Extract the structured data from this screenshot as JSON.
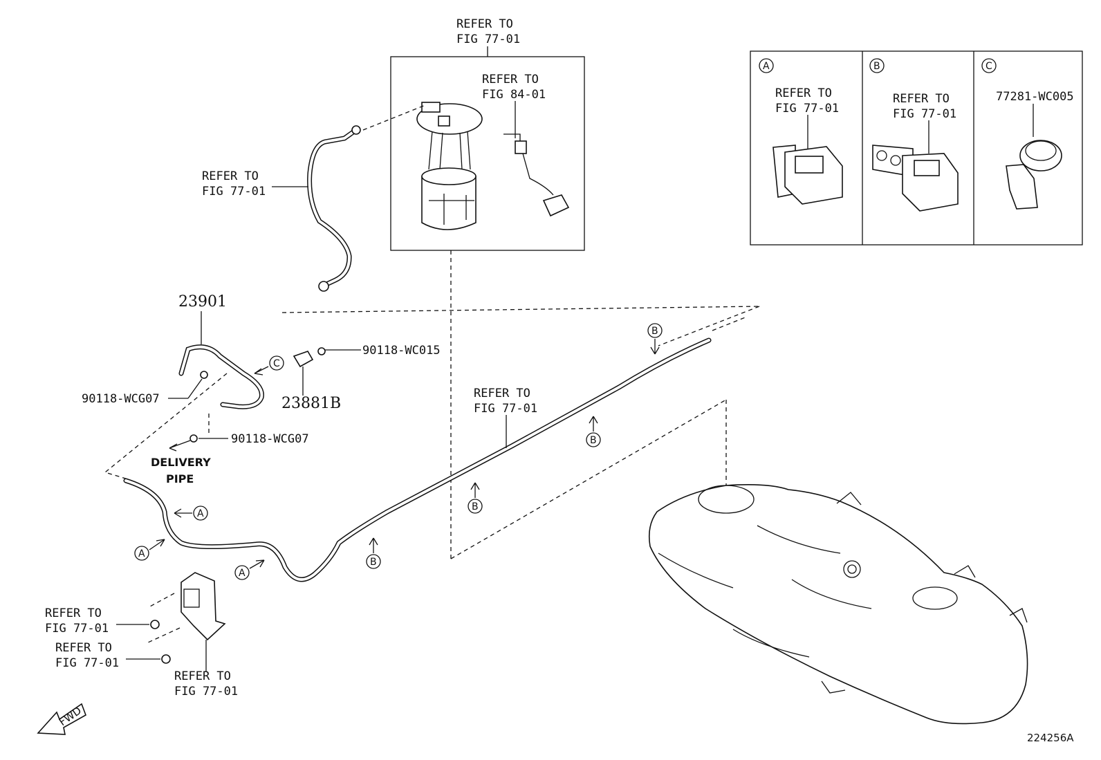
{
  "labels": {
    "refer_top": [
      "REFER TO",
      "FIG 77-01"
    ],
    "refer_sender": [
      "REFER TO",
      "FIG 84-01"
    ],
    "refer_hose": [
      "REFER TO",
      "FIG 77-01"
    ],
    "refer_pipe": [
      "REFER TO",
      "FIG 77-01"
    ],
    "refer_box_a": [
      "REFER TO",
      "FIG 77-01"
    ],
    "refer_box_b": [
      "REFER TO",
      "FIG 77-01"
    ],
    "refer_nut1": [
      "REFER TO",
      "FIG 77-01"
    ],
    "refer_nut2": [
      "REFER TO",
      "FIG 77-01"
    ],
    "refer_protector": [
      "REFER TO",
      "FIG 77-01"
    ]
  },
  "parts": {
    "hose": "23901",
    "clamp_1": "90118-WCG07",
    "clamp_2": "90118-WCG07",
    "bolt": "90118-WC015",
    "bracket": "23881B",
    "clip_c": "77281-WC005"
  },
  "delivery_pipe": [
    "DELIVERY",
    "PIPE"
  ],
  "callout_letters": {
    "a": "A",
    "b": "B",
    "c": "C"
  },
  "fwd": "FWD",
  "figure_id": "224256A"
}
